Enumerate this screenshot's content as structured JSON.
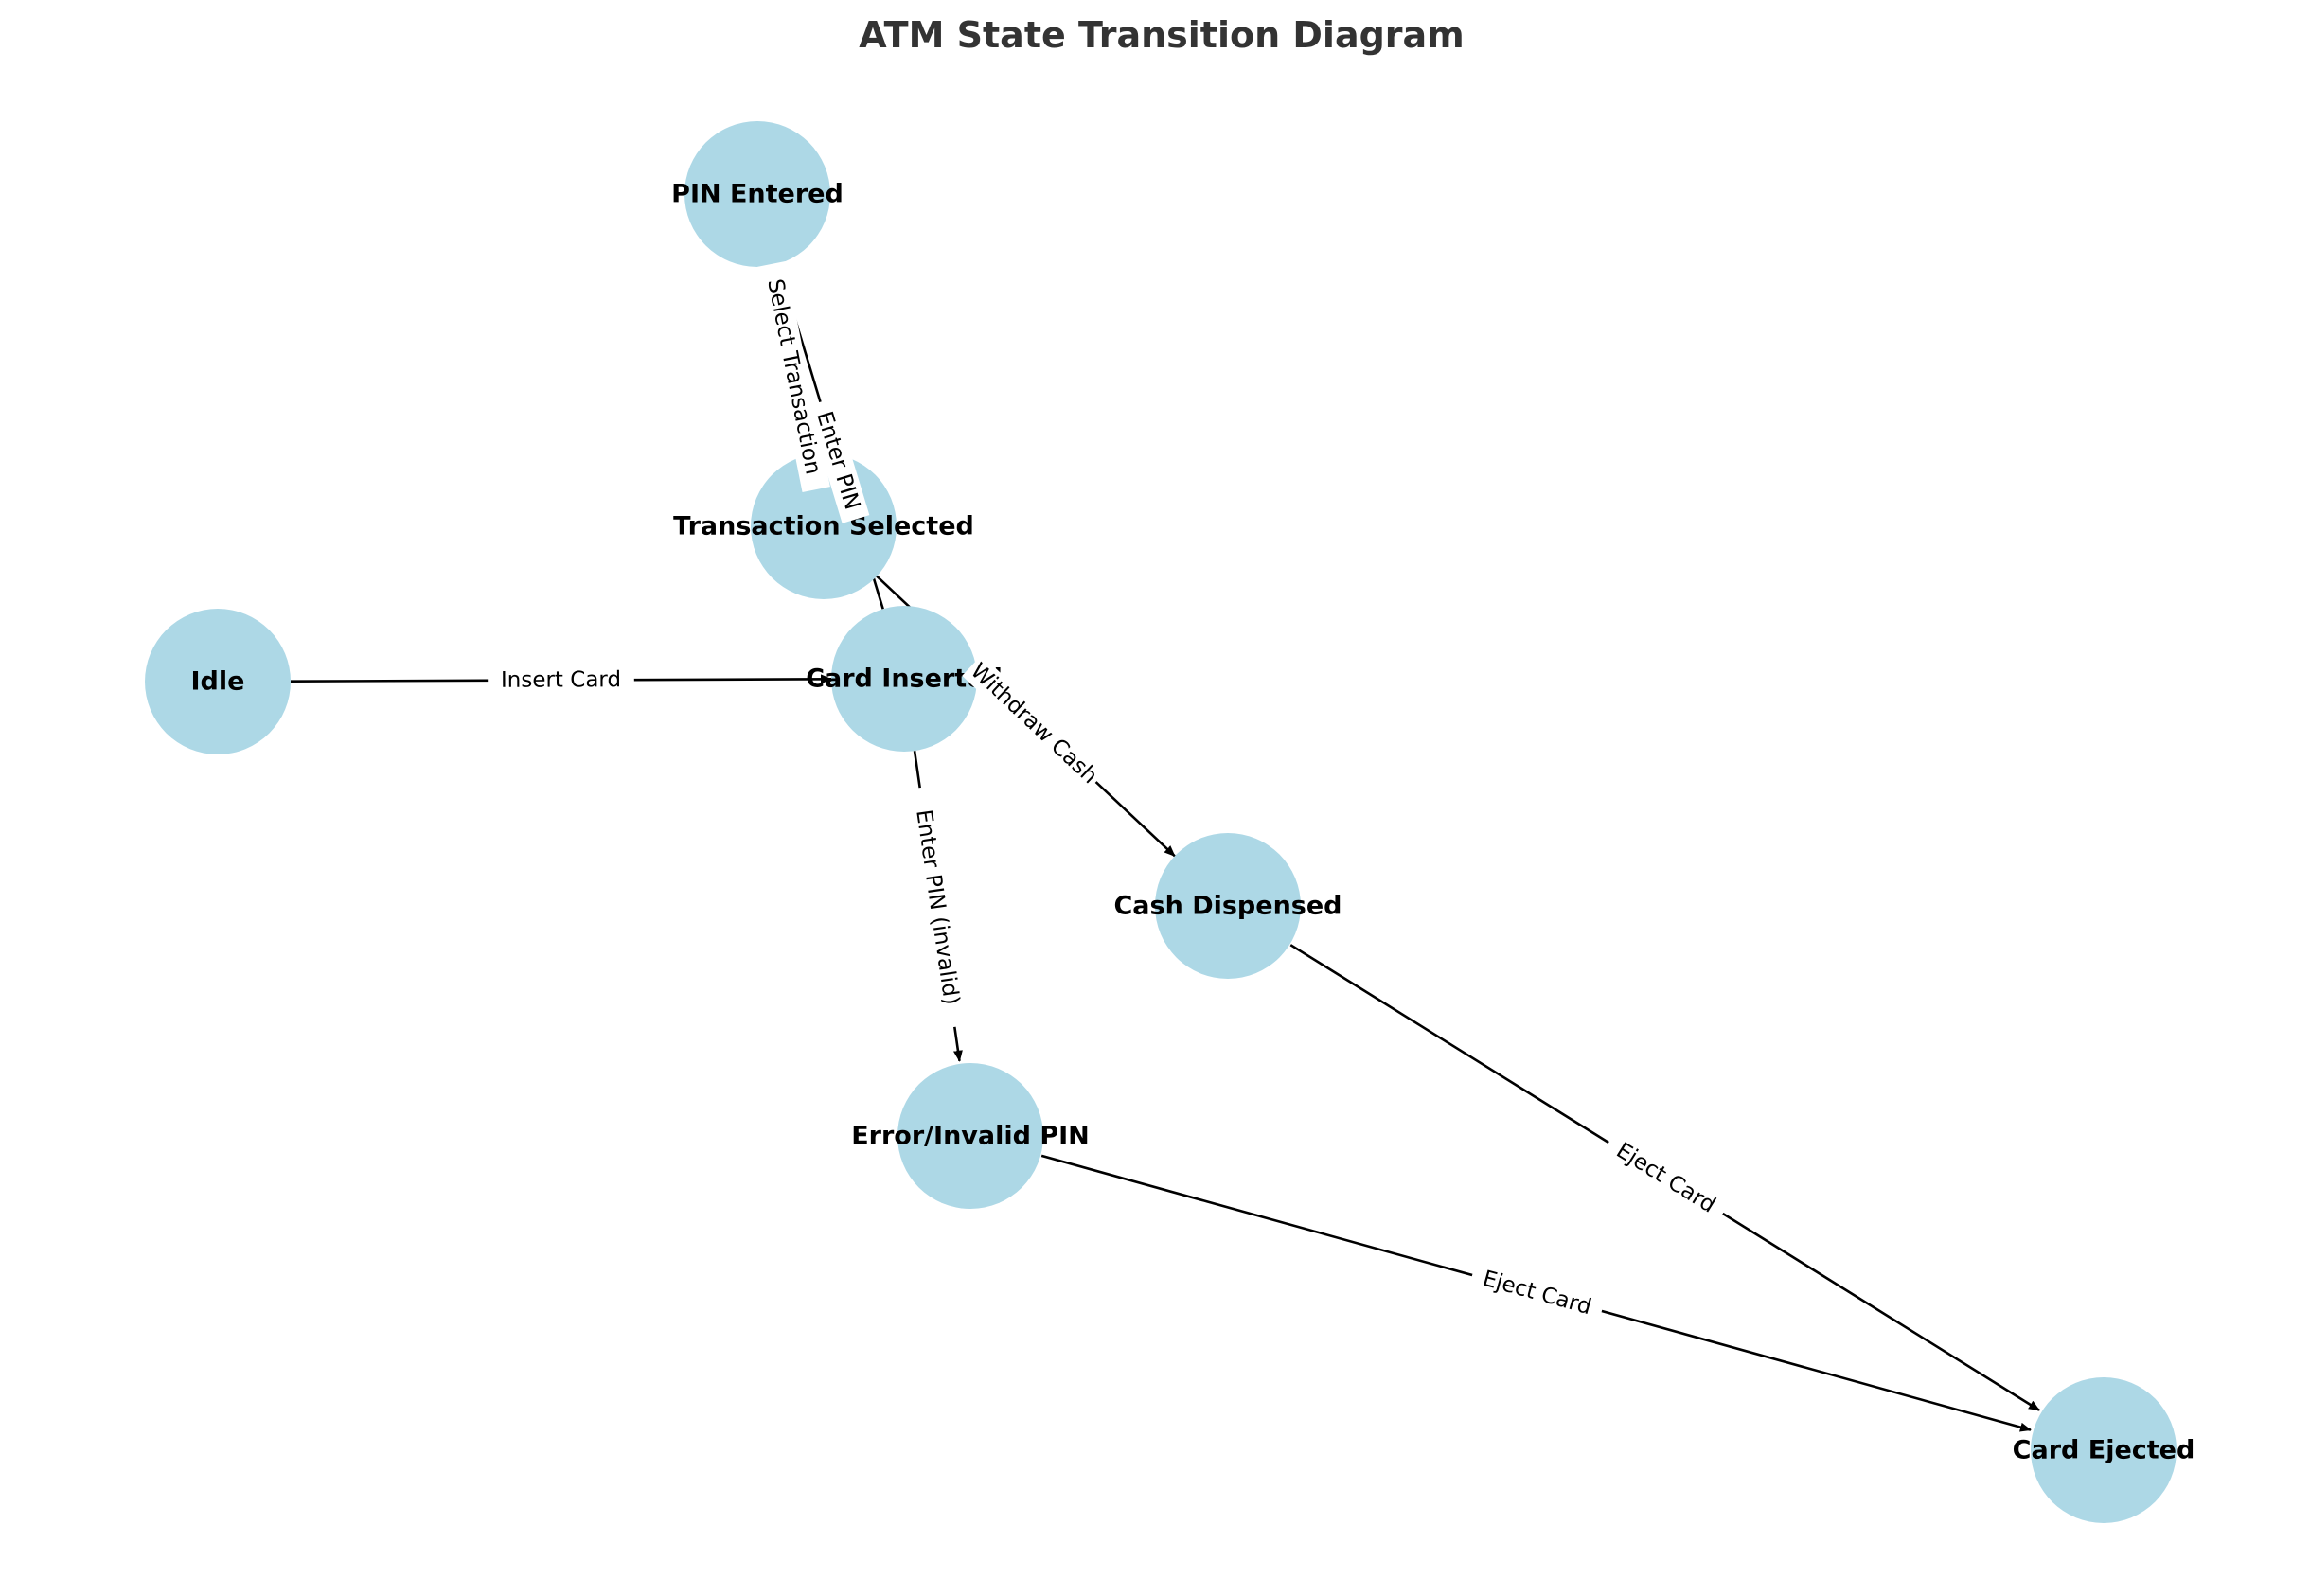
{
  "title": "ATM State Transition Diagram",
  "colors": {
    "node_fill": "#add8e6",
    "edge": "#000000",
    "title": "#333333"
  },
  "nodes": [
    {
      "id": "idle",
      "label": "Idle"
    },
    {
      "id": "card_inserted",
      "label": "Card Inserted"
    },
    {
      "id": "pin_entered",
      "label": "PIN Entered"
    },
    {
      "id": "transaction_selected",
      "label": "Transaction Selected"
    },
    {
      "id": "cash_dispensed",
      "label": "Cash Dispensed"
    },
    {
      "id": "error_invalid_pin",
      "label": "Error/Invalid PIN"
    },
    {
      "id": "card_ejected",
      "label": "Card Ejected"
    }
  ],
  "edges": [
    {
      "from": "idle",
      "to": "card_inserted",
      "label": "Insert Card"
    },
    {
      "from": "card_inserted",
      "to": "pin_entered",
      "label": "Enter PIN"
    },
    {
      "from": "pin_entered",
      "to": "transaction_selected",
      "label": "Select Transaction"
    },
    {
      "from": "transaction_selected",
      "to": "cash_dispensed",
      "label": "Withdraw Cash"
    },
    {
      "from": "card_inserted",
      "to": "error_invalid_pin",
      "label": "Enter PIN (invalid)"
    },
    {
      "from": "cash_dispensed",
      "to": "card_ejected",
      "label": "Eject Card"
    },
    {
      "from": "error_invalid_pin",
      "to": "card_ejected",
      "label": "Eject Card"
    }
  ]
}
